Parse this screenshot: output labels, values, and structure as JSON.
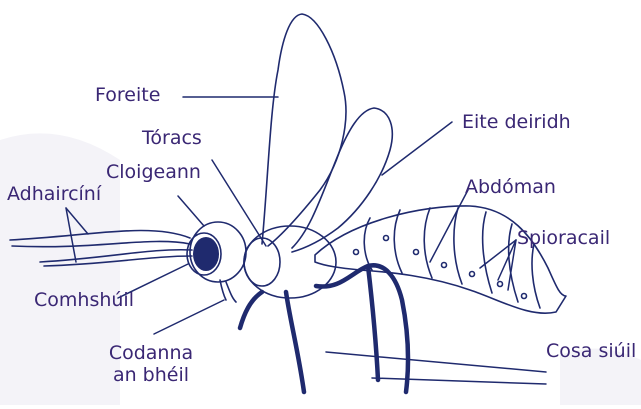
{
  "labels": {
    "forewing": "Foreite",
    "thorax": "Tóracs",
    "head": "Cloigeann",
    "antennae": "Adhaircíní",
    "hindwing": "Eite deiridh",
    "abdomen": "Abdóman",
    "spiracle": "Spioracail",
    "compound_eye": "Comhshúil",
    "mouthparts_line1": "Codanna",
    "mouthparts_line2": "an bhéil",
    "walking_legs": "Cosa siúil"
  },
  "colors": {
    "label_text": "#3a2774",
    "line_ink": "#1f2a6e",
    "eye_fill": "#1f2a6e",
    "background": "#ffffff"
  }
}
